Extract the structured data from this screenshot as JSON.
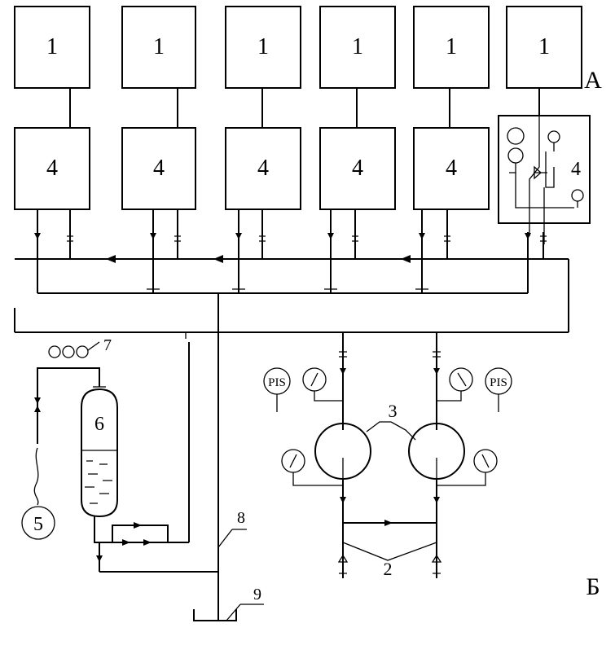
{
  "unit_labels": {
    "bottle": "1",
    "cabinet": "4",
    "pump": "2",
    "compressor": "3",
    "tank": "5",
    "vessel": "6",
    "gauge_group": "7",
    "drain_line": "8",
    "sump": "9"
  },
  "section_labels": {
    "top_right": "А",
    "bottom_right": "Б"
  },
  "instrument_labels": {
    "pis_left": "PIS",
    "pis_right": "PIS"
  }
}
